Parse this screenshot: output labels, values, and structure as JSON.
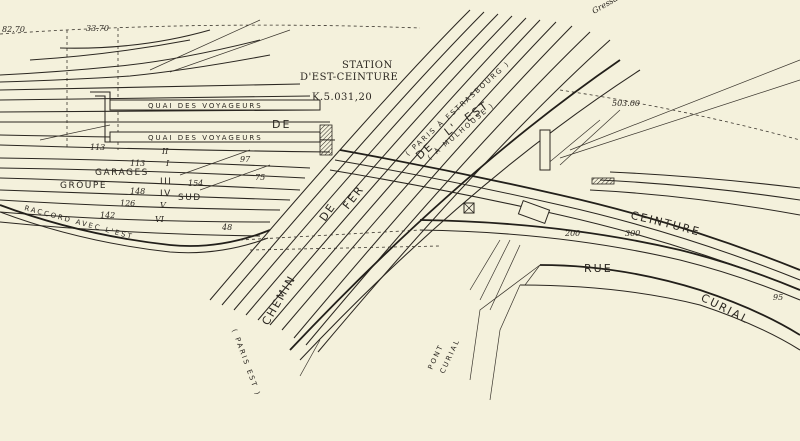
{
  "chainages": {
    "top_left_1": "82.70",
    "top_left_2": "33.70",
    "right_km": "503.00"
  },
  "station": {
    "line1": "STATION",
    "line2": "D'EST-CEINTURE",
    "line3": "K.5.031,20"
  },
  "quais": {
    "upper": "QUAI DES VOYAGEURS",
    "lower": "QUAI DES VOYAGEURS"
  },
  "main_line": {
    "text_left": "CHEMIN",
    "text_de": "DE",
    "text_fer": "FER",
    "text_de2": "DE",
    "text_l": "L'",
    "text_est": "EST",
    "paren": "( PARIS À ESTRASBOURG )",
    "paren2": "( À MULHOUSE )",
    "paris_est": "( PARIS EST )"
  },
  "ceinture_label": "CEINTURE",
  "ceinture_marks": [
    "200",
    "300"
  ],
  "garages": {
    "line1": "GARAGES",
    "line1_roman": "III",
    "line2": "GROUPE",
    "line2_roman": "IV",
    "line2_b": "SUD"
  },
  "track_numbers": [
    "113",
    "II",
    "97",
    "113",
    "I",
    "154",
    "75",
    "148",
    "126",
    "V",
    "142",
    "VI",
    "48"
  ],
  "raccord": "RACCORD AVEC L'EST",
  "rue": {
    "label": "RUE",
    "name": "CURIAL",
    "mark": "95"
  },
  "pont": {
    "line1": "PONT",
    "line2": "CURIAL"
  },
  "corner_top_right": "Gressauné",
  "colors": {
    "paper": "#f4f1dc",
    "ink": "#2b2721"
  },
  "icons": [
    "signal-box-icon"
  ]
}
